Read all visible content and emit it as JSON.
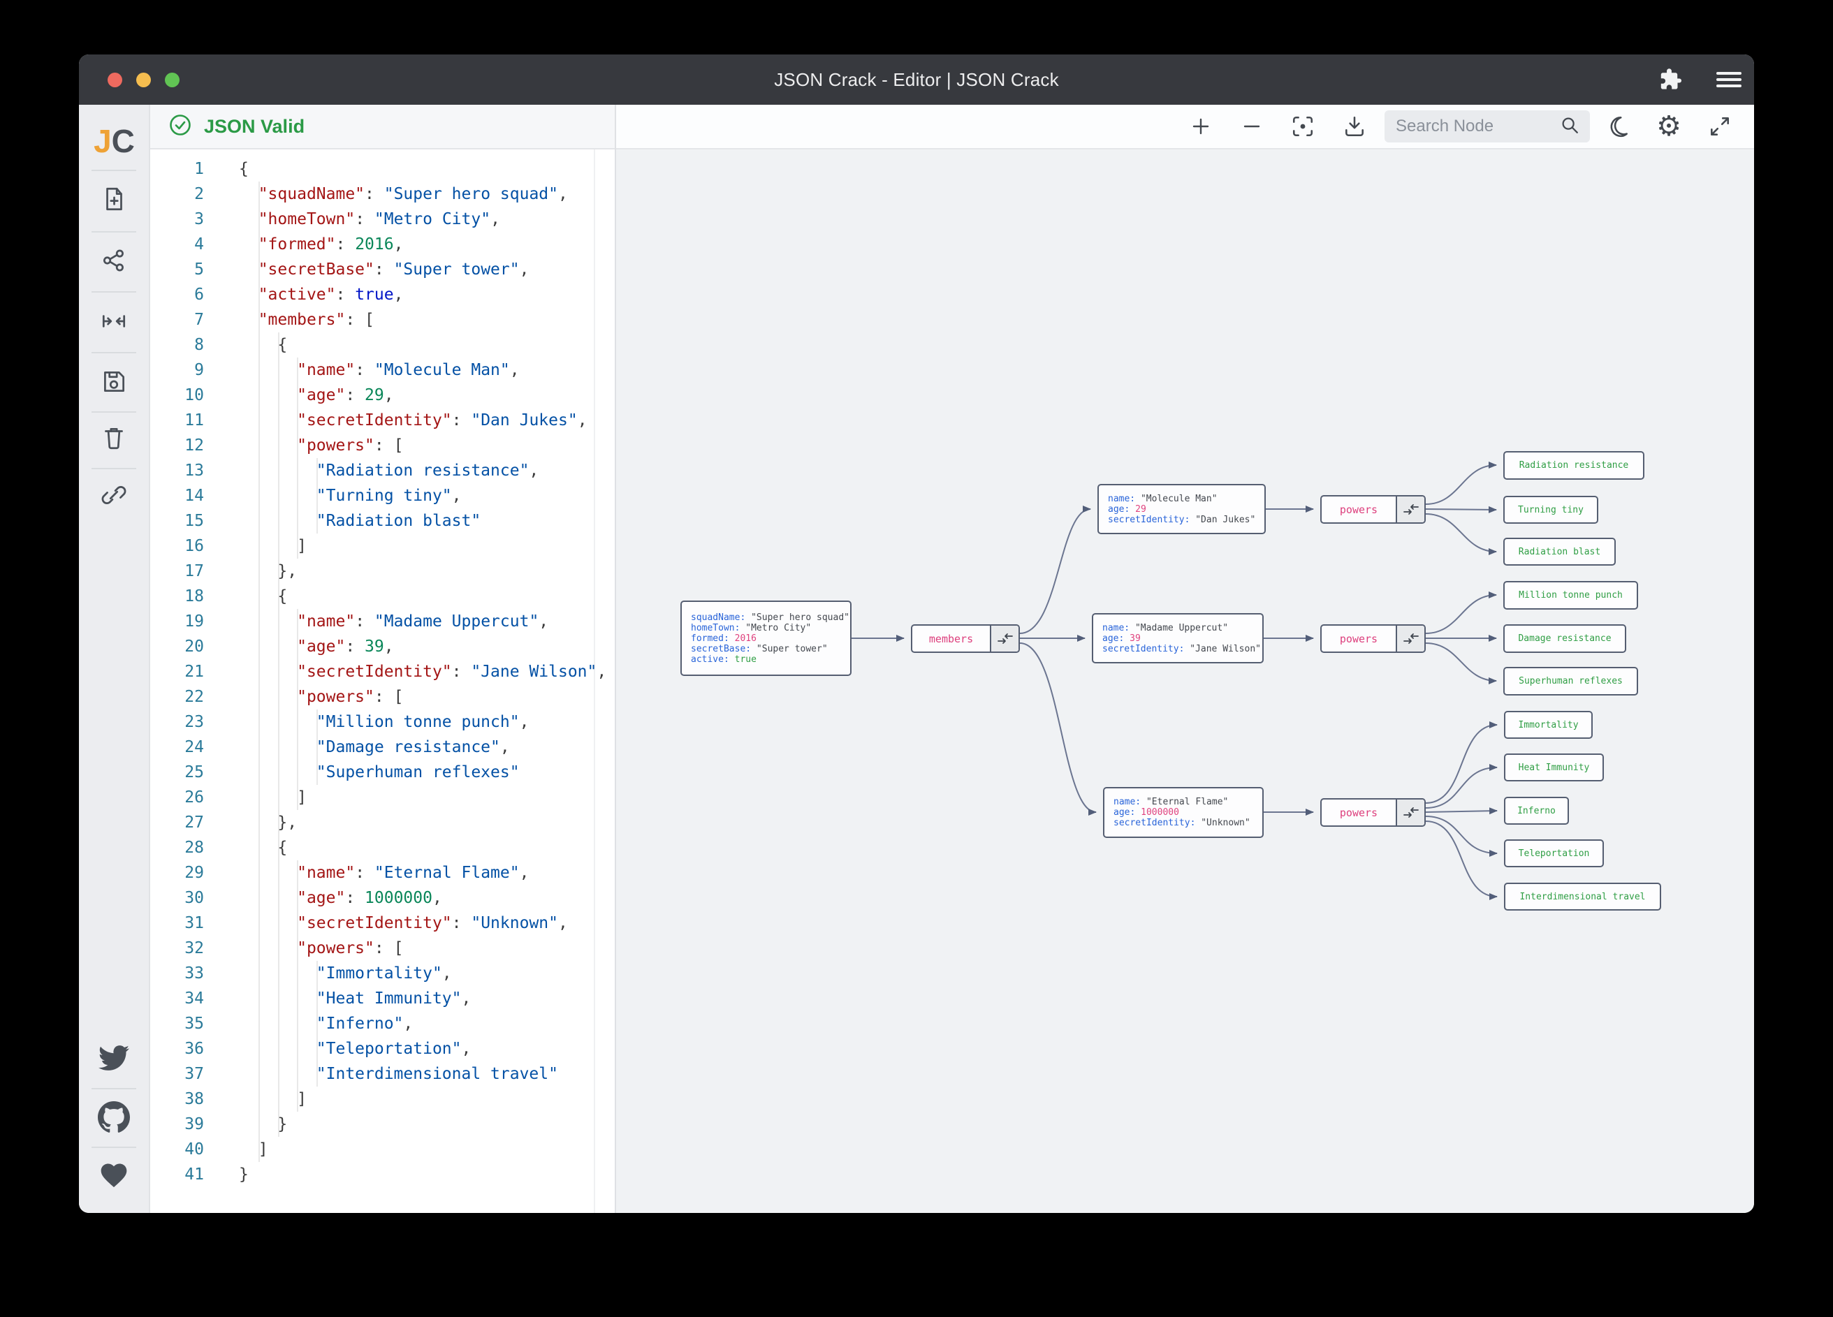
{
  "window": {
    "title": "JSON Crack - Editor | JSON Crack"
  },
  "titlebar": {
    "icons": [
      "extensions-puzzle-icon",
      "menu-hamburger-icon"
    ]
  },
  "colors": {
    "traffic_red": "#ee6a5f",
    "traffic_yellow": "#f5bd4f",
    "traffic_green": "#61c454",
    "titlebar_bg": "#37393e",
    "valid_green": "#2b9a46",
    "canvas_bg": "#f0f2f4",
    "node_border": "#555e71",
    "node_key_blue": "#2964d9",
    "node_number_pink": "#e0427e",
    "node_bool_green": "#2f9e44",
    "leaf_text_green": "#2f9e44",
    "label_pink": "#dd3f7d",
    "editor_key": "#a31515",
    "editor_string": "#0451a5",
    "editor_number": "#098658",
    "logo_j_orange": "#eea236"
  },
  "sidebar": {
    "logo": {
      "j": "J",
      "c": "C"
    },
    "tools": [
      "new-file",
      "visualizer",
      "fit-width",
      "save",
      "delete",
      "share-link"
    ],
    "social": [
      "twitter",
      "github",
      "sponsor-heart"
    ]
  },
  "editor": {
    "status": "JSON Valid",
    "lines": [
      {
        "n": 1,
        "ind": 0,
        "seg": [
          [
            "p",
            "{"
          ]
        ]
      },
      {
        "n": 2,
        "ind": 2,
        "seg": [
          [
            "k",
            "\"squadName\""
          ],
          [
            "p",
            ": "
          ],
          [
            "s",
            "\"Super hero squad\""
          ],
          [
            "p",
            ","
          ]
        ]
      },
      {
        "n": 3,
        "ind": 2,
        "seg": [
          [
            "k",
            "\"homeTown\""
          ],
          [
            "p",
            ": "
          ],
          [
            "s",
            "\"Metro City\""
          ],
          [
            "p",
            ","
          ]
        ]
      },
      {
        "n": 4,
        "ind": 2,
        "seg": [
          [
            "k",
            "\"formed\""
          ],
          [
            "p",
            ": "
          ],
          [
            "n",
            "2016"
          ],
          [
            "p",
            ","
          ]
        ]
      },
      {
        "n": 5,
        "ind": 2,
        "seg": [
          [
            "k",
            "\"secretBase\""
          ],
          [
            "p",
            ": "
          ],
          [
            "s",
            "\"Super tower\""
          ],
          [
            "p",
            ","
          ]
        ]
      },
      {
        "n": 6,
        "ind": 2,
        "seg": [
          [
            "k",
            "\"active\""
          ],
          [
            "p",
            ": "
          ],
          [
            "b",
            "true"
          ],
          [
            "p",
            ","
          ]
        ]
      },
      {
        "n": 7,
        "ind": 2,
        "seg": [
          [
            "k",
            "\"members\""
          ],
          [
            "p",
            ": ["
          ]
        ]
      },
      {
        "n": 8,
        "ind": 4,
        "seg": [
          [
            "p",
            "{"
          ]
        ]
      },
      {
        "n": 9,
        "ind": 6,
        "seg": [
          [
            "k",
            "\"name\""
          ],
          [
            "p",
            ": "
          ],
          [
            "s",
            "\"Molecule Man\""
          ],
          [
            "p",
            ","
          ]
        ]
      },
      {
        "n": 10,
        "ind": 6,
        "seg": [
          [
            "k",
            "\"age\""
          ],
          [
            "p",
            ": "
          ],
          [
            "n",
            "29"
          ],
          [
            "p",
            ","
          ]
        ]
      },
      {
        "n": 11,
        "ind": 6,
        "seg": [
          [
            "k",
            "\"secretIdentity\""
          ],
          [
            "p",
            ": "
          ],
          [
            "s",
            "\"Dan Jukes\""
          ],
          [
            "p",
            ","
          ]
        ]
      },
      {
        "n": 12,
        "ind": 6,
        "seg": [
          [
            "k",
            "\"powers\""
          ],
          [
            "p",
            ": ["
          ]
        ]
      },
      {
        "n": 13,
        "ind": 8,
        "seg": [
          [
            "s",
            "\"Radiation resistance\""
          ],
          [
            "p",
            ","
          ]
        ]
      },
      {
        "n": 14,
        "ind": 8,
        "seg": [
          [
            "s",
            "\"Turning tiny\""
          ],
          [
            "p",
            ","
          ]
        ]
      },
      {
        "n": 15,
        "ind": 8,
        "seg": [
          [
            "s",
            "\"Radiation blast\""
          ]
        ]
      },
      {
        "n": 16,
        "ind": 6,
        "seg": [
          [
            "p",
            "]"
          ]
        ]
      },
      {
        "n": 17,
        "ind": 4,
        "seg": [
          [
            "p",
            "},"
          ]
        ]
      },
      {
        "n": 18,
        "ind": 4,
        "seg": [
          [
            "p",
            "{"
          ]
        ]
      },
      {
        "n": 19,
        "ind": 6,
        "seg": [
          [
            "k",
            "\"name\""
          ],
          [
            "p",
            ": "
          ],
          [
            "s",
            "\"Madame Uppercut\""
          ],
          [
            "p",
            ","
          ]
        ]
      },
      {
        "n": 20,
        "ind": 6,
        "seg": [
          [
            "k",
            "\"age\""
          ],
          [
            "p",
            ": "
          ],
          [
            "n",
            "39"
          ],
          [
            "p",
            ","
          ]
        ]
      },
      {
        "n": 21,
        "ind": 6,
        "seg": [
          [
            "k",
            "\"secretIdentity\""
          ],
          [
            "p",
            ": "
          ],
          [
            "s",
            "\"Jane Wilson\""
          ],
          [
            "p",
            ","
          ]
        ]
      },
      {
        "n": 22,
        "ind": 6,
        "seg": [
          [
            "k",
            "\"powers\""
          ],
          [
            "p",
            ": ["
          ]
        ]
      },
      {
        "n": 23,
        "ind": 8,
        "seg": [
          [
            "s",
            "\"Million tonne punch\""
          ],
          [
            "p",
            ","
          ]
        ]
      },
      {
        "n": 24,
        "ind": 8,
        "seg": [
          [
            "s",
            "\"Damage resistance\""
          ],
          [
            "p",
            ","
          ]
        ]
      },
      {
        "n": 25,
        "ind": 8,
        "seg": [
          [
            "s",
            "\"Superhuman reflexes\""
          ]
        ]
      },
      {
        "n": 26,
        "ind": 6,
        "seg": [
          [
            "p",
            "]"
          ]
        ]
      },
      {
        "n": 27,
        "ind": 4,
        "seg": [
          [
            "p",
            "},"
          ]
        ]
      },
      {
        "n": 28,
        "ind": 4,
        "seg": [
          [
            "p",
            "{"
          ]
        ]
      },
      {
        "n": 29,
        "ind": 6,
        "seg": [
          [
            "k",
            "\"name\""
          ],
          [
            "p",
            ": "
          ],
          [
            "s",
            "\"Eternal Flame\""
          ],
          [
            "p",
            ","
          ]
        ]
      },
      {
        "n": 30,
        "ind": 6,
        "seg": [
          [
            "k",
            "\"age\""
          ],
          [
            "p",
            ": "
          ],
          [
            "n",
            "1000000"
          ],
          [
            "p",
            ","
          ]
        ]
      },
      {
        "n": 31,
        "ind": 6,
        "seg": [
          [
            "k",
            "\"secretIdentity\""
          ],
          [
            "p",
            ": "
          ],
          [
            "s",
            "\"Unknown\""
          ],
          [
            "p",
            ","
          ]
        ]
      },
      {
        "n": 32,
        "ind": 6,
        "seg": [
          [
            "k",
            "\"powers\""
          ],
          [
            "p",
            ": ["
          ]
        ]
      },
      {
        "n": 33,
        "ind": 8,
        "seg": [
          [
            "s",
            "\"Immortality\""
          ],
          [
            "p",
            ","
          ]
        ]
      },
      {
        "n": 34,
        "ind": 8,
        "seg": [
          [
            "s",
            "\"Heat Immunity\""
          ],
          [
            "p",
            ","
          ]
        ]
      },
      {
        "n": 35,
        "ind": 8,
        "seg": [
          [
            "s",
            "\"Inferno\""
          ],
          [
            "p",
            ","
          ]
        ]
      },
      {
        "n": 36,
        "ind": 8,
        "seg": [
          [
            "s",
            "\"Teleportation\""
          ],
          [
            "p",
            ","
          ]
        ]
      },
      {
        "n": 37,
        "ind": 8,
        "seg": [
          [
            "s",
            "\"Interdimensional travel\""
          ]
        ]
      },
      {
        "n": 38,
        "ind": 6,
        "seg": [
          [
            "p",
            "]"
          ]
        ]
      },
      {
        "n": 39,
        "ind": 4,
        "seg": [
          [
            "p",
            "}"
          ]
        ]
      },
      {
        "n": 40,
        "ind": 2,
        "seg": [
          [
            "p",
            "]"
          ]
        ]
      },
      {
        "n": 41,
        "ind": 0,
        "seg": [
          [
            "p",
            "}"
          ]
        ]
      }
    ]
  },
  "toolbar": {
    "search_placeholder": "Search Node",
    "icons": [
      "zoom-in",
      "zoom-out",
      "center-focus",
      "download",
      "dark-mode-moon",
      "settings-gear",
      "fullscreen"
    ]
  },
  "graph": {
    "members_label": "members",
    "powers_label": "powers",
    "root": {
      "rows": [
        [
          "squadName",
          "\"Super hero squad\"",
          "s"
        ],
        [
          "homeTown",
          "\"Metro City\"",
          "s"
        ],
        [
          "formed",
          "2016",
          "n"
        ],
        [
          "secretBase",
          "\"Super tower\"",
          "s"
        ],
        [
          "active",
          "true",
          "b"
        ]
      ]
    },
    "members": [
      {
        "rows": [
          [
            "name",
            "\"Molecule Man\"",
            "s"
          ],
          [
            "age",
            "29",
            "n"
          ],
          [
            "secretIdentity",
            "\"Dan Jukes\"",
            "s"
          ]
        ],
        "powers": [
          "Radiation resistance",
          "Turning tiny",
          "Radiation blast"
        ]
      },
      {
        "rows": [
          [
            "name",
            "\"Madame Uppercut\"",
            "s"
          ],
          [
            "age",
            "39",
            "n"
          ],
          [
            "secretIdentity",
            "\"Jane Wilson\"",
            "s"
          ]
        ],
        "powers": [
          "Million tonne punch",
          "Damage resistance",
          "Superhuman reflexes"
        ]
      },
      {
        "rows": [
          [
            "name",
            "\"Eternal Flame\"",
            "s"
          ],
          [
            "age",
            "1000000",
            "n"
          ],
          [
            "secretIdentity",
            "\"Unknown\"",
            "s"
          ]
        ],
        "powers": [
          "Immortality",
          "Heat Immunity",
          "Inferno",
          "Teleportation",
          "Interdimensional travel"
        ]
      }
    ]
  }
}
